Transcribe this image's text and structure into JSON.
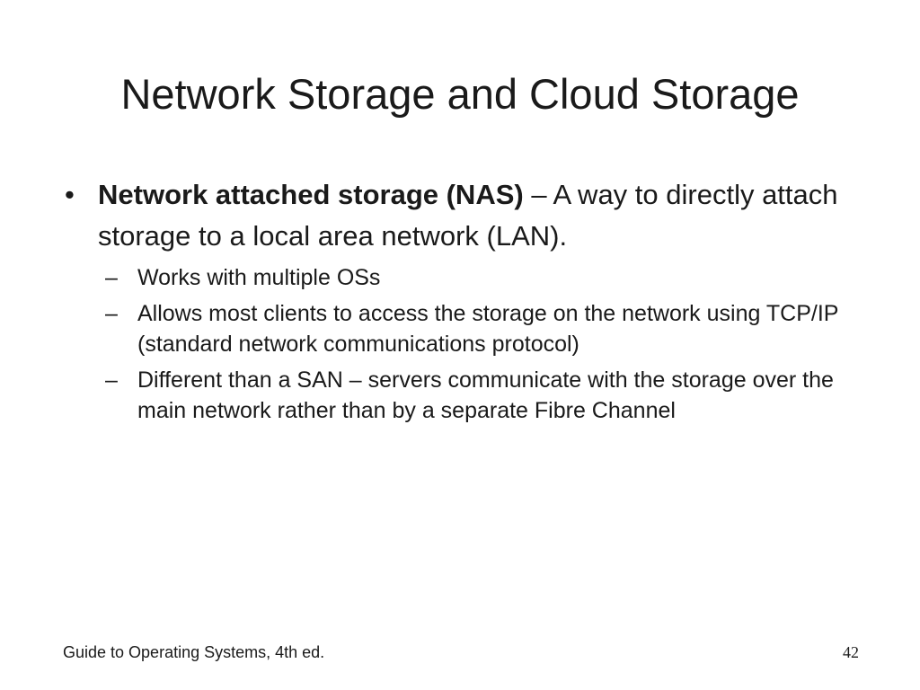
{
  "slide": {
    "title": "Network Storage and Cloud Storage",
    "bullet": {
      "glyph": "•",
      "lead": "Network attached storage (NAS)",
      "text": " – A way to directly attach storage to a local area network (LAN).",
      "sub_glyph": "–",
      "sub_items": [
        "Works with multiple OSs",
        "Allows most clients to access the storage on the network using TCP/IP (standard network communications protocol)",
        "Different than a SAN – servers communicate with the storage over the main network rather than by a separate Fibre Channel"
      ]
    },
    "footer": {
      "left": "Guide to Operating Systems, 4th ed.",
      "page_number": "42"
    }
  }
}
